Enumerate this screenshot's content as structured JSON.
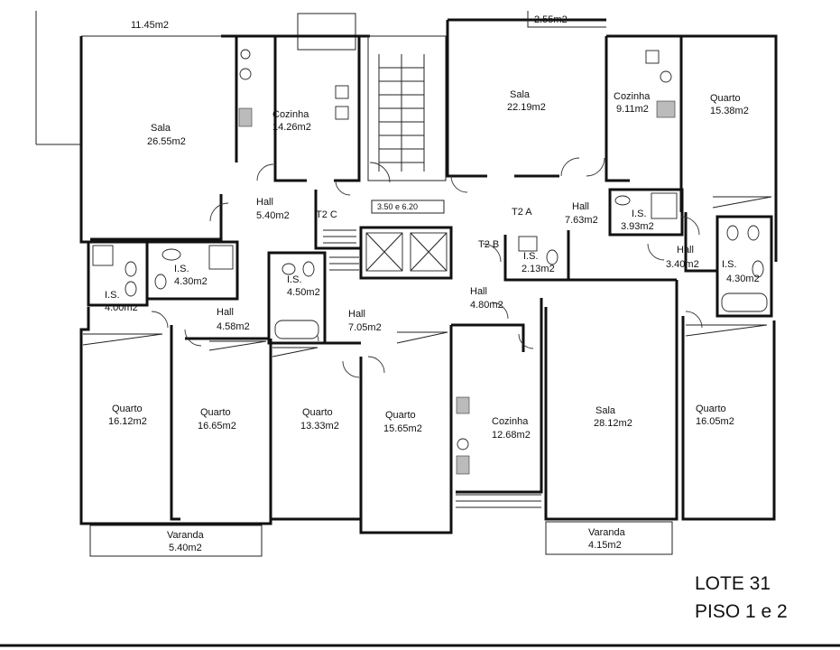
{
  "title": {
    "line1": "LOTE 31",
    "line2": "PISO 1 e 2"
  },
  "elevator_dim": "3.50 e 6.20",
  "rooms": [
    {
      "id": "top-left-area",
      "name": "",
      "area": "11.45m2"
    },
    {
      "id": "top-middle-area",
      "name": "",
      "area": "2.55m2"
    },
    {
      "id": "sala-a",
      "name": "Sala",
      "area": "26.55m2"
    },
    {
      "id": "cozinha-a",
      "name": "Cozinha",
      "area": "14.26m2"
    },
    {
      "id": "sala-b",
      "name": "Sala",
      "area": "22.19m2"
    },
    {
      "id": "cozinha-b",
      "name": "Cozinha",
      "area": "9.11m2"
    },
    {
      "id": "quarto-a",
      "name": "Quarto",
      "area": "15.38m2"
    },
    {
      "id": "hall-a",
      "name": "Hall",
      "area": "5.40m2"
    },
    {
      "id": "hall-b",
      "name": "Hall",
      "area": "7.63m2"
    },
    {
      "id": "is-a",
      "name": "I.S.",
      "area": "3.93m2"
    },
    {
      "id": "hall-c",
      "name": "Hall",
      "area": "3.40m2"
    },
    {
      "id": "is-b",
      "name": "I.S.",
      "area": "4.30m2"
    },
    {
      "id": "is-c",
      "name": "I.S.",
      "area": "4.30m2"
    },
    {
      "id": "is-d",
      "name": "I.S.",
      "area": "4.00m2"
    },
    {
      "id": "hall-d",
      "name": "Hall",
      "area": "4.58m2"
    },
    {
      "id": "is-e",
      "name": "I.S.",
      "area": "4.50m2"
    },
    {
      "id": "is-f",
      "name": "I.S.",
      "area": "2.13m2"
    },
    {
      "id": "hall-e",
      "name": "Hall",
      "area": "4.80m2"
    },
    {
      "id": "hall-f",
      "name": "Hall",
      "area": "7.05m2"
    },
    {
      "id": "quarto-b",
      "name": "Quarto",
      "area": "16.12m2"
    },
    {
      "id": "quarto-c",
      "name": "Quarto",
      "area": "16.65m2"
    },
    {
      "id": "quarto-d",
      "name": "Quarto",
      "area": "13.33m2"
    },
    {
      "id": "quarto-e",
      "name": "Quarto",
      "area": "15.65m2"
    },
    {
      "id": "cozinha-c",
      "name": "Cozinha",
      "area": "12.68m2"
    },
    {
      "id": "sala-c",
      "name": "Sala",
      "area": "28.12m2"
    },
    {
      "id": "quarto-f",
      "name": "Quarto",
      "area": "16.05m2"
    },
    {
      "id": "varanda-a",
      "name": "Varanda",
      "area": "5.40m2"
    },
    {
      "id": "varanda-b",
      "name": "Varanda",
      "area": "4.15m2"
    }
  ],
  "unit_tags": [
    {
      "id": "t2c",
      "label": "T2 C"
    },
    {
      "id": "t2a",
      "label": "T2 A"
    },
    {
      "id": "t2b",
      "label": "T2 B"
    }
  ]
}
